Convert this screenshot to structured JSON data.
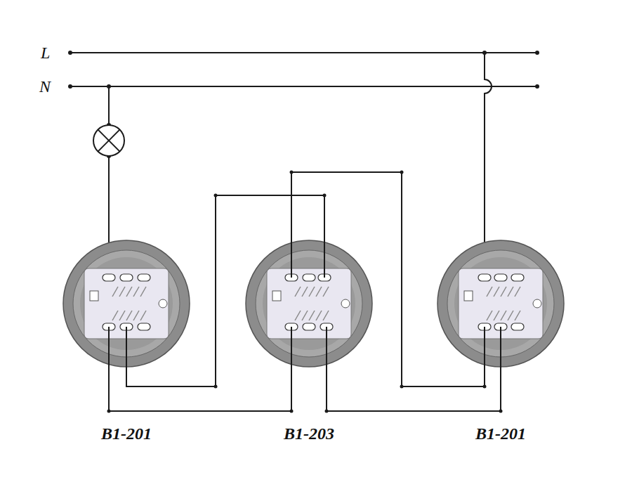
{
  "diagram": {
    "nodes": [
      {
        "text": [
          "B1-201"
        ]
      },
      {
        "text": [
          "B1-203"
        ]
      },
      {
        "text": [
          "B1-201"
        ]
      }
    ],
    "edges": [
      {
        "from": 0,
        "to": 1,
        "arrow": "none"
      },
      {
        "from": 0,
        "to": 1,
        "arrow": "none"
      },
      {
        "from": 1,
        "to": 2,
        "arrow": "none"
      },
      {
        "from": 1,
        "to": 2,
        "arrow": "none"
      }
    ],
    "labels": [
      "L",
      "N"
    ]
  }
}
